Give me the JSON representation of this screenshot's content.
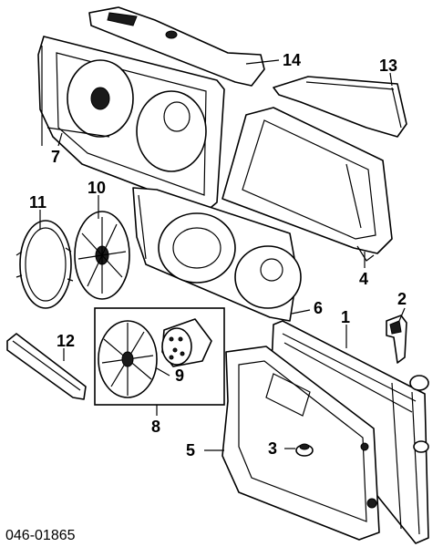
{
  "diagram": {
    "document_code": "046-01865",
    "callouts": {
      "p1": "1",
      "p2": "2",
      "p3": "3",
      "p4": "4",
      "p5": "5",
      "p6": "6",
      "p7": "7",
      "p8": "8",
      "p9": "9",
      "p10": "10",
      "p11": "11",
      "p12": "12",
      "p13": "13",
      "p14": "14"
    }
  }
}
